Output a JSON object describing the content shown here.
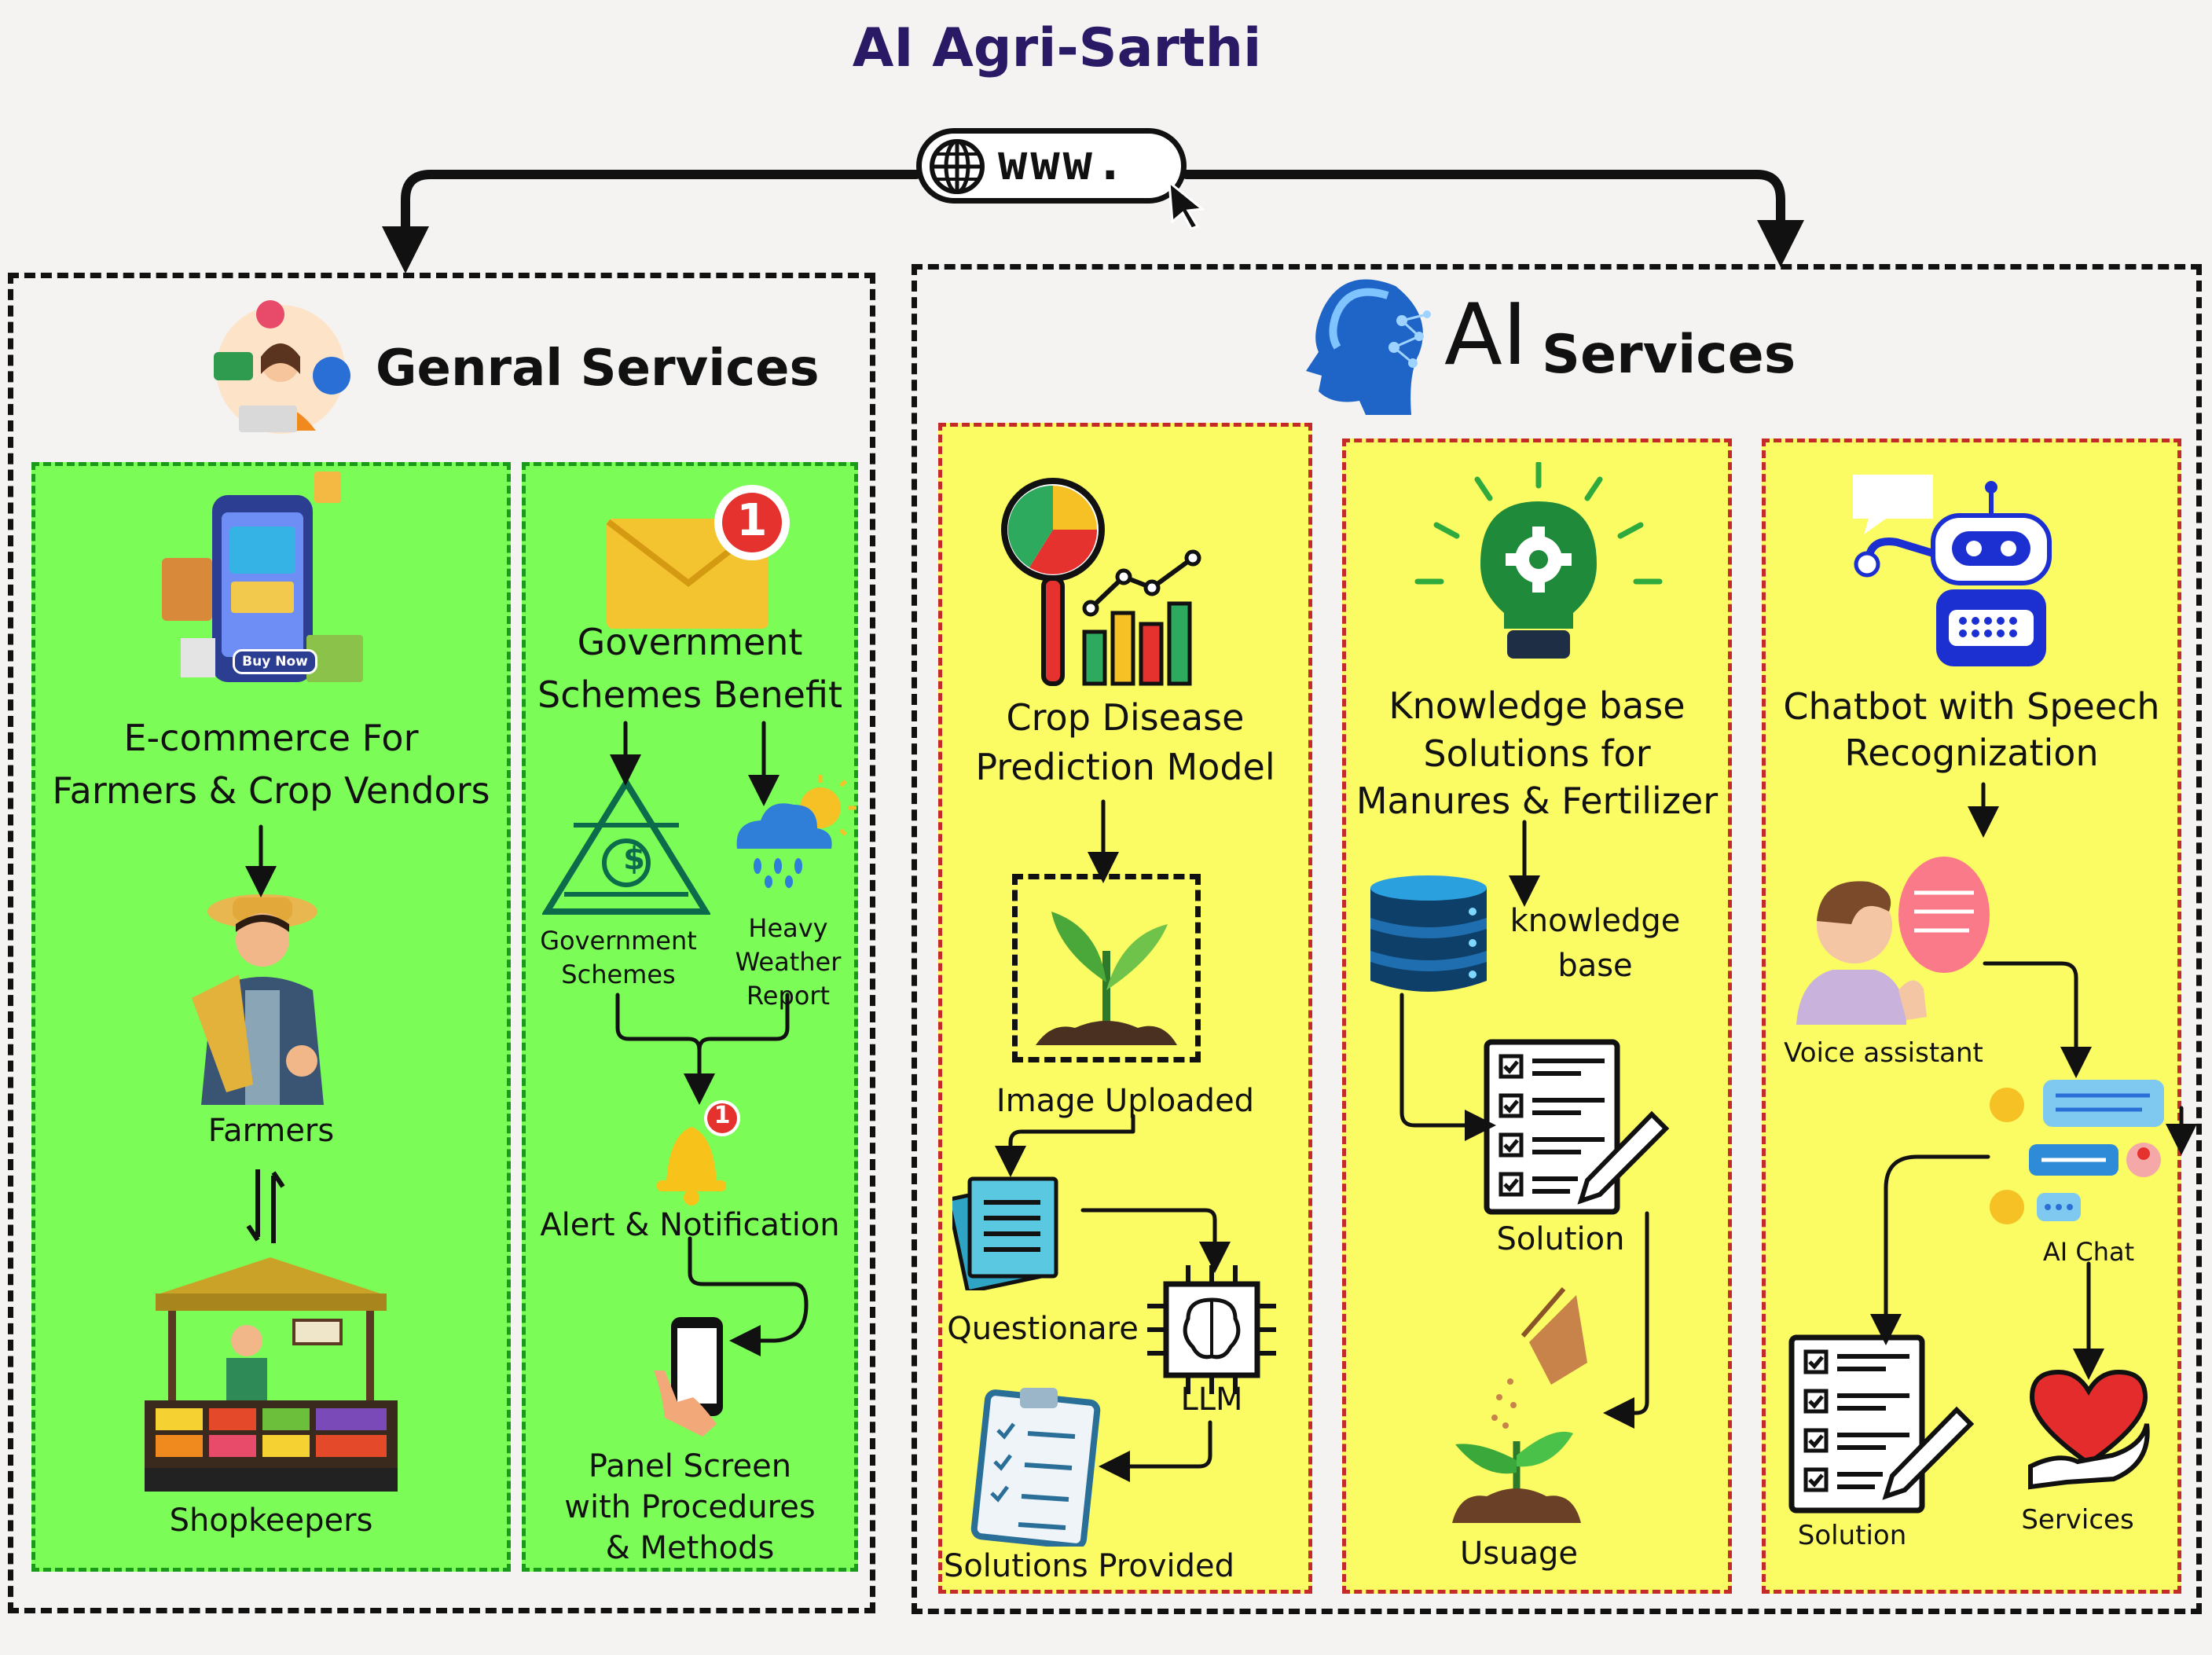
{
  "title": "AI Agri-Sarthi",
  "url_label": "www.",
  "general": {
    "title": "Genral Services",
    "ecommerce": {
      "heading": "E-commerce For\nFarmers & Crop Vendors",
      "buy_now": "Buy Now",
      "farmers": "Farmers",
      "shopkeepers": "Shopkeepers"
    },
    "government": {
      "heading": "Government\nSchemes Benefit",
      "badge": "1",
      "schemes": "Government\nSchemes",
      "weather": "Heavy\nWeather\nReport",
      "alert": "Alert &  Notification",
      "alert_badge": "1",
      "panel": "Panel Screen\nwith Procedures\n& Methods"
    }
  },
  "ai": {
    "title_ai": "AI",
    "title_services": "Services",
    "crop": {
      "heading": "Crop Disease\nPrediction  Model",
      "image_uploaded": "Image Uploaded",
      "questionare": "Questionare",
      "llm": "LLM",
      "solutions_provided": "Solutions Provided"
    },
    "knowledge": {
      "heading": "Knowledge base\nSolutions for\nManures & Fertilizer",
      "kb": "knowledge\nbase",
      "solution": "Solution",
      "usage": "Usuage"
    },
    "chatbot": {
      "heading": "Chatbot with Speech\nRecognization",
      "voice": "Voice assistant",
      "ai_chat": "AI Chat",
      "solution": "Solution",
      "services": "Services"
    }
  },
  "colors": {
    "title": "#2a1a66",
    "green_panel": "#7cfc57",
    "yellow_panel": "#fbfb63",
    "yellow_border": "#c42a2a",
    "green_border": "#1a9a1a"
  }
}
